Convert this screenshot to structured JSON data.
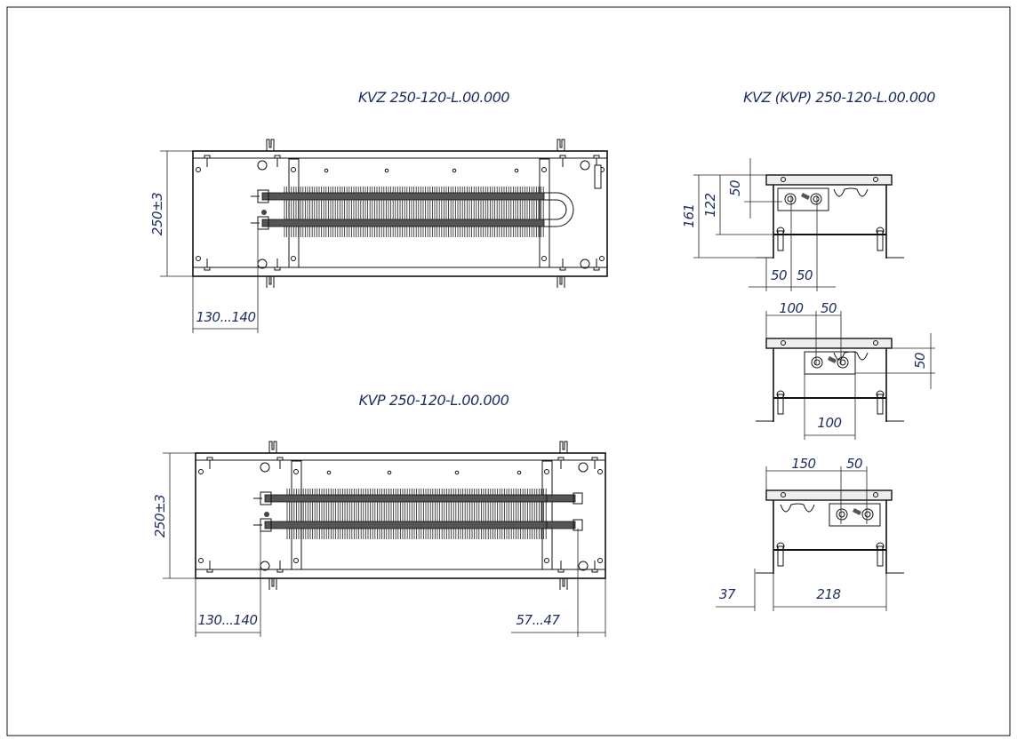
{
  "drawing": {
    "title_kvz": "KVZ 250-120-L.00.000",
    "title_kvp": "KVP 250-120-L.00.000",
    "title_section": "KVZ (KVP) 250-120-L.00.000"
  },
  "dimensions": {
    "kvz_height": "250±3",
    "kvz_inlet_offset": "130...140",
    "kvp_height": "250±3",
    "kvp_inlet_offset": "130...140",
    "kvp_outlet_offset": "57...47",
    "sec1_total_height": "161",
    "sec1_body_height": "122",
    "sec1_pipe_depth": "50",
    "sec1_offset_a": "50",
    "sec1_offset_b": "50",
    "sec2_offset_a": "100",
    "sec2_offset_b": "50",
    "sec2_pipe_depth": "50",
    "sec2_plate_width": "100",
    "sec3_offset_a": "150",
    "sec3_offset_b": "50",
    "sec3_flange": "37",
    "sec3_width": "218"
  },
  "colors": {
    "line": "#111111",
    "text": "#1c2d5e"
  }
}
